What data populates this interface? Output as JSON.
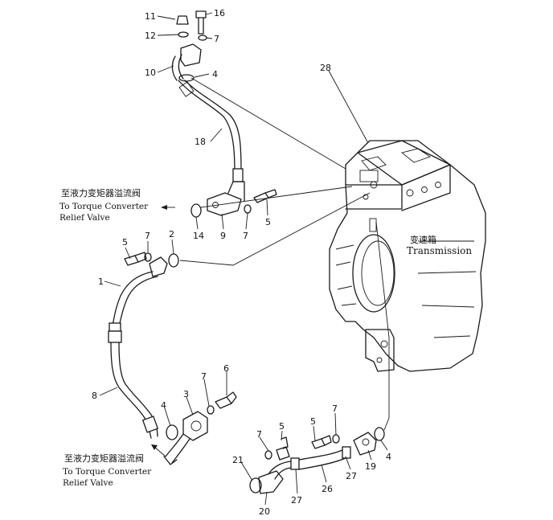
{
  "part_numbers": {
    "p1": "1",
    "p2": "2",
    "p3": "3",
    "p4a": "4",
    "p4b": "4",
    "p4c": "4",
    "p5a": "5",
    "p5b": "5",
    "p5c": "5",
    "p5d": "5",
    "p6": "6",
    "p7a": "7",
    "p7b": "7",
    "p7c": "7",
    "p7d": "7",
    "p7e": "7",
    "p7f": "7",
    "p8": "8",
    "p9": "9",
    "p10": "10",
    "p11": "11",
    "p12": "12",
    "p14": "14",
    "p16": "16",
    "p18": "18",
    "p19": "19",
    "p20": "20",
    "p21": "21",
    "p26": "26",
    "p27a": "27",
    "p27b": "27",
    "p28": "28"
  },
  "labels": {
    "relief_upper_cn": "至液力变矩器溢流阀",
    "relief_upper_en1": "To Torque Converter",
    "relief_upper_en2": "Relief Valve",
    "relief_lower_cn": "至液力变矩器溢流阀",
    "relief_lower_en1": "To Torque Converter",
    "relief_lower_en2": "Relief Valve",
    "transmission_cn": "变速箱",
    "transmission_en": "Transmission"
  }
}
